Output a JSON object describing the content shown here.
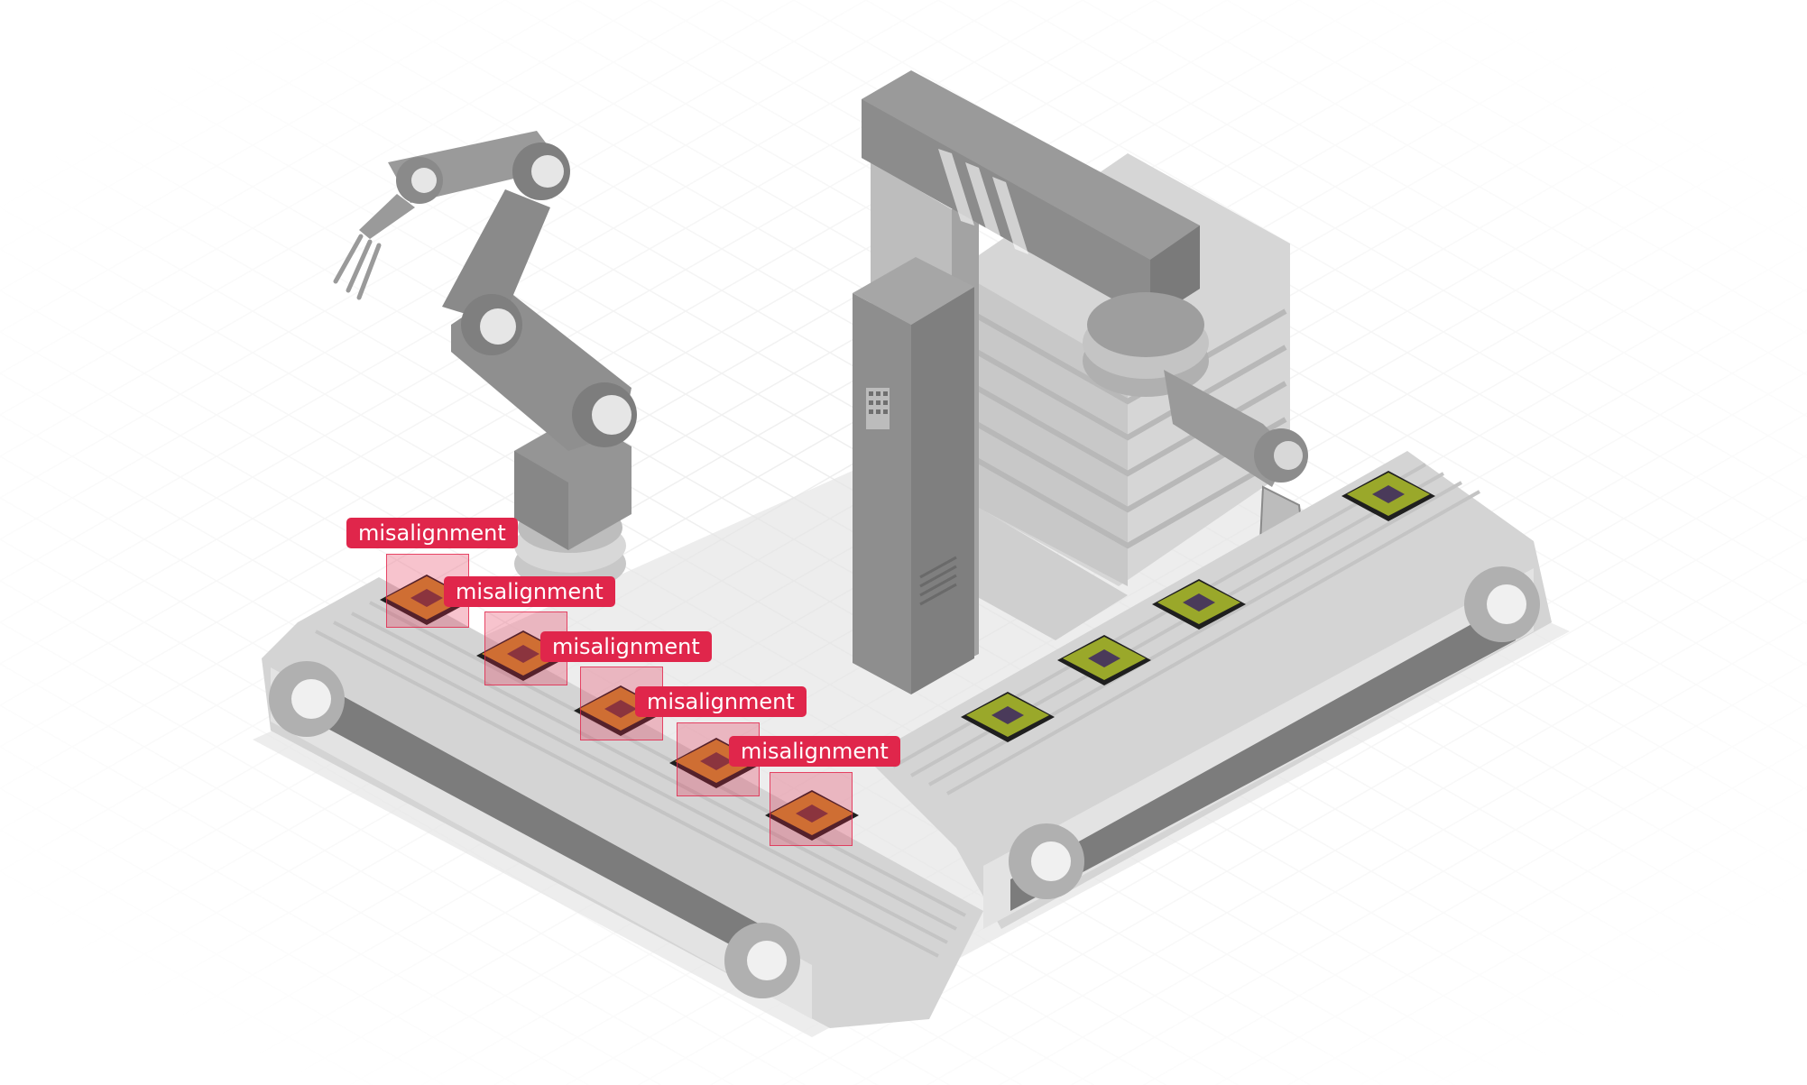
{
  "detections": [
    {
      "label": "misalignment"
    },
    {
      "label": "misalignment"
    },
    {
      "label": "misalignment"
    },
    {
      "label": "misalignment"
    },
    {
      "label": "misalignment"
    }
  ],
  "colors": {
    "background": "#ffffff",
    "grid": "#ececec",
    "machine_dark": "#8a8a8a",
    "machine_mid": "#a8a8a8",
    "machine_light": "#cfcfcf",
    "belt": "#d9d9d9",
    "chip_ok": "#9aa82a",
    "chip_core": "#4a3a5a",
    "chip_defect": "#c88a2a",
    "label_bg": "#e0264b",
    "label_text": "#ffffff",
    "box_fill": "rgba(226,38,75,0.28)"
  },
  "icons": [
    "robot-arm-icon",
    "gantry-machine-icon",
    "conveyor-belt-icon",
    "microchip-icon"
  ]
}
